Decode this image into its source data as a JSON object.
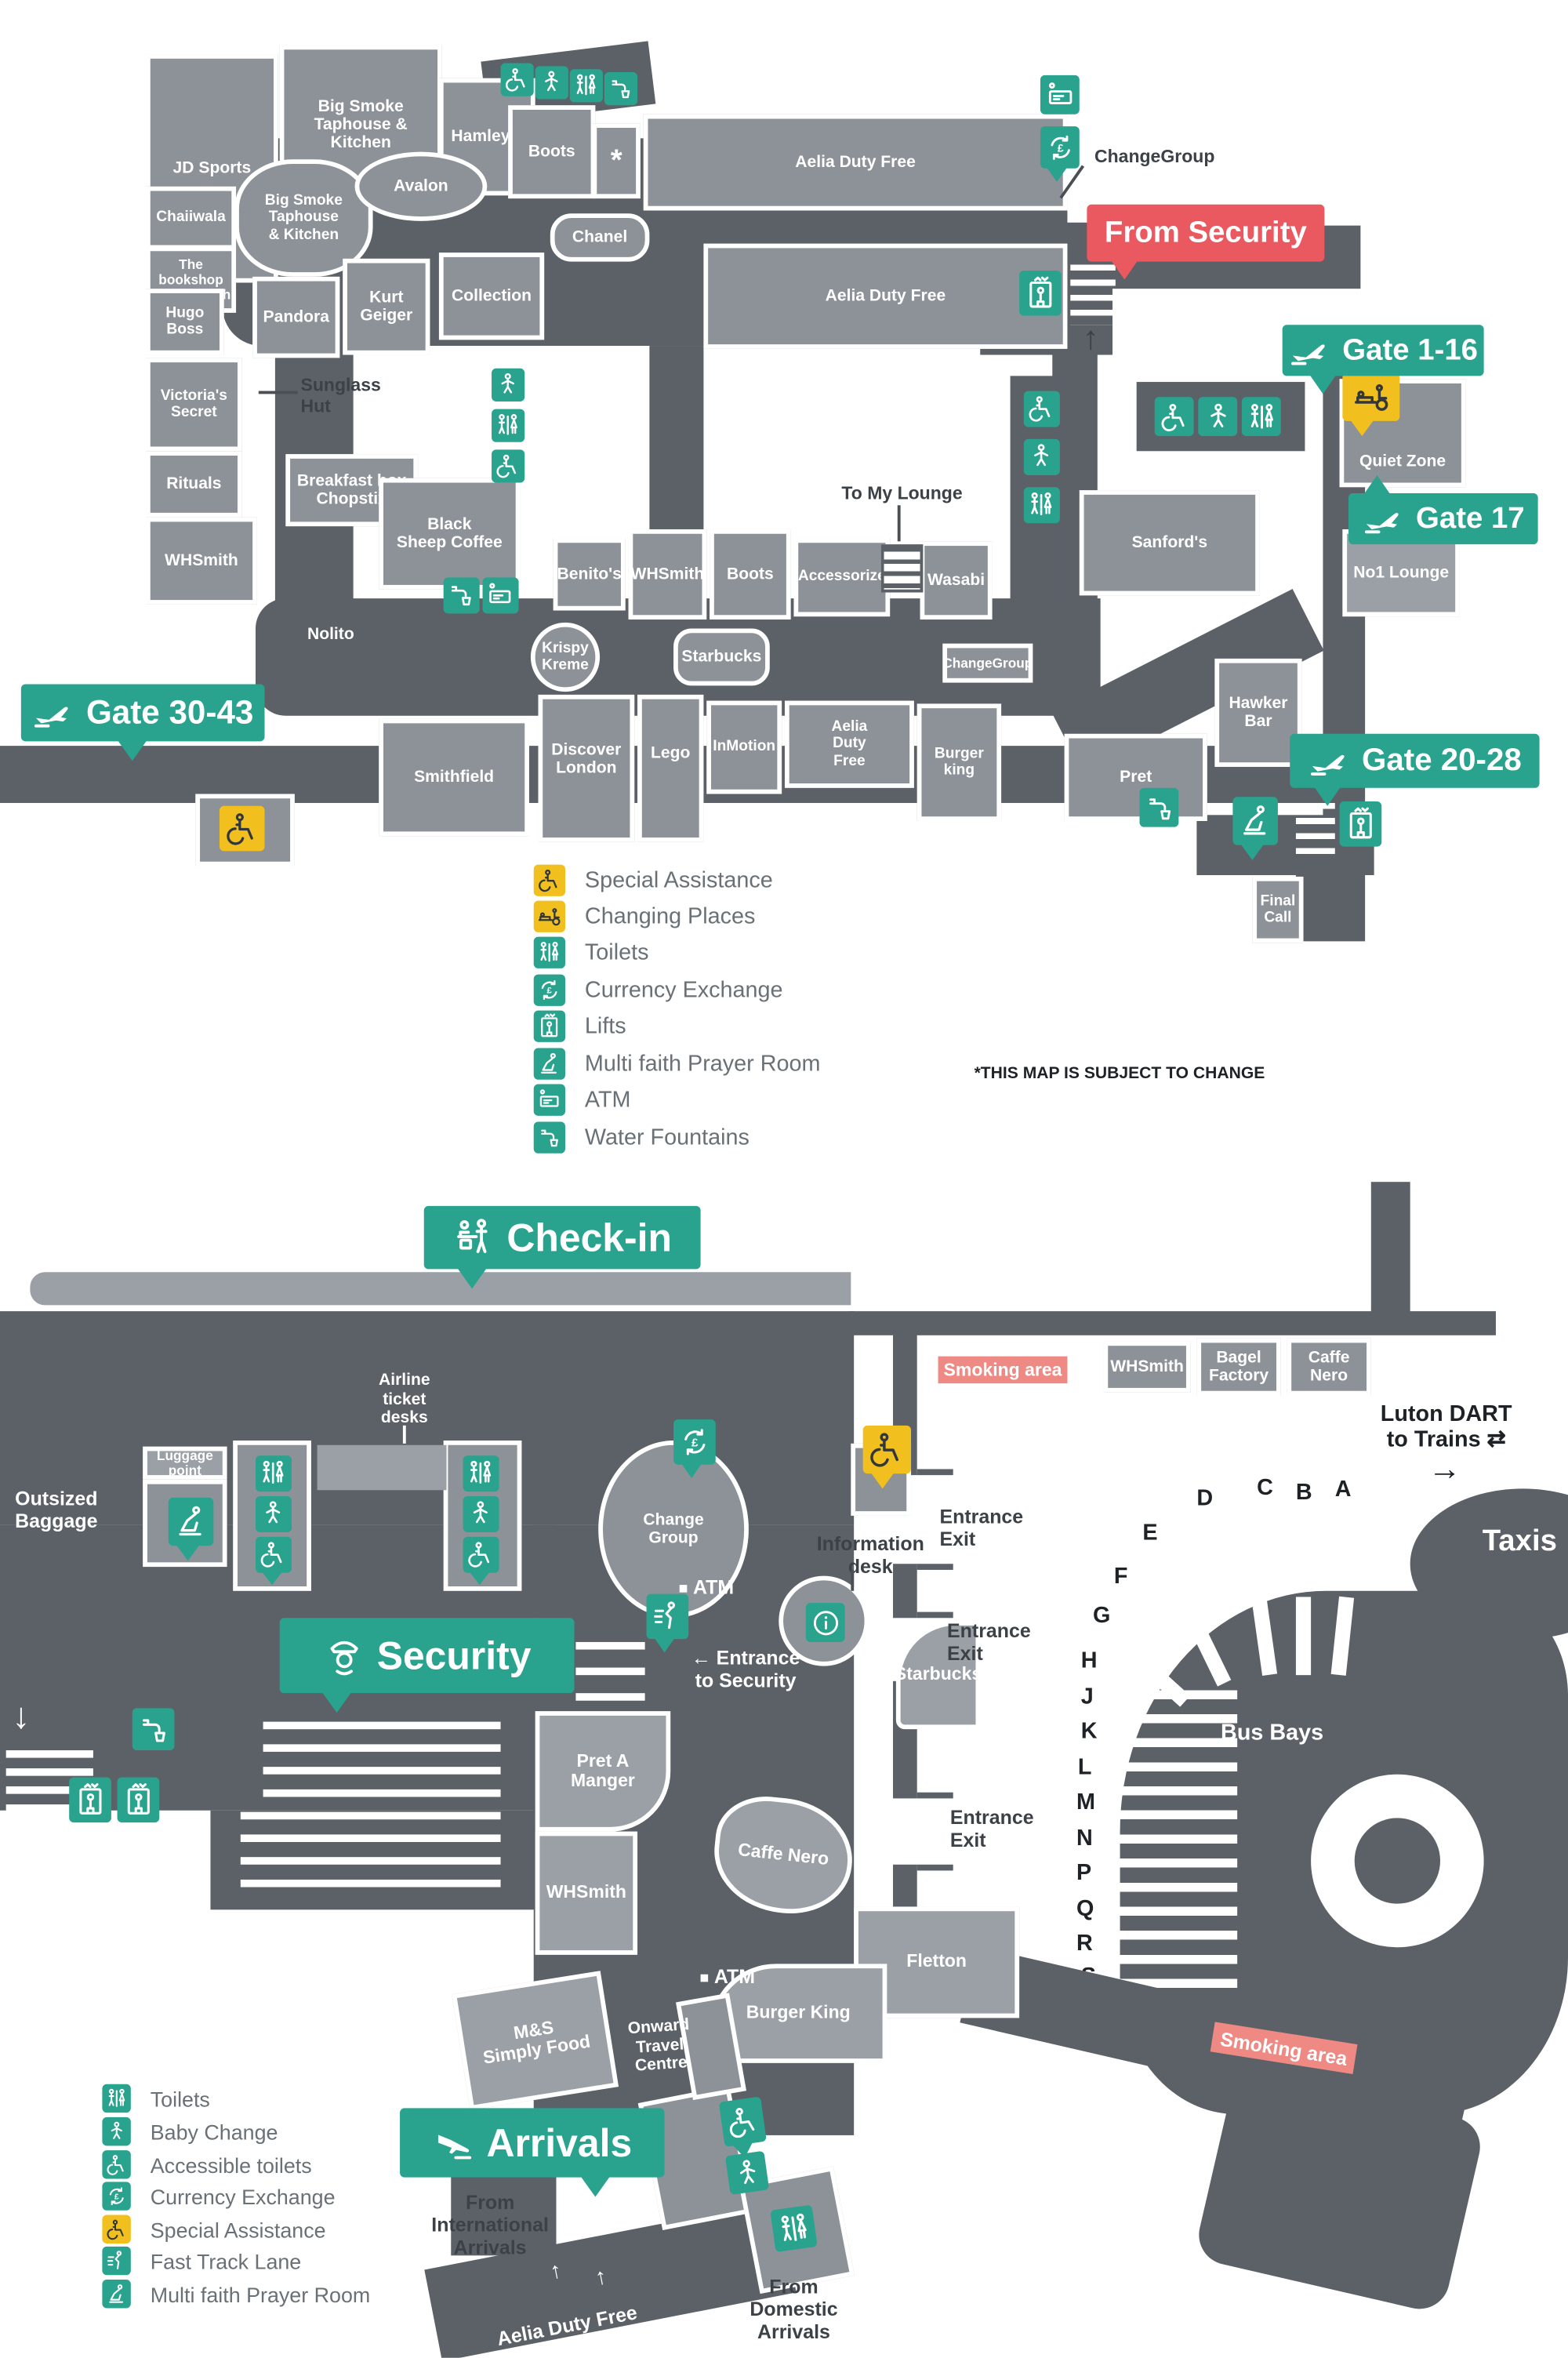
{
  "colors": {
    "teal": "#2aa38e",
    "yellow": "#f2c01e",
    "red": "#ea5860",
    "pink": "#ef8983",
    "walkway": "#5b6167",
    "shop_grey": "#8d9298",
    "shop_light": "#9aa0a6",
    "text_dark": "#3c4147",
    "legend_text": "#697076"
  },
  "note": "*THIS MAP IS SUBJECT TO CHANGE",
  "departures": {
    "callouts": {
      "gate_30_43": "Gate 30-43",
      "gate_1_16": "Gate 1-16",
      "gate_17": "Gate 17",
      "gate_20_28": "Gate 20-28",
      "from_security": "From Security",
      "changegroup": "ChangeGroup"
    },
    "labels": {
      "up_arrow": "↑"
    },
    "shops": {
      "jd_sports": "JD Sports",
      "big_smoke": "Big Smoke\nTaphouse & Kitchen",
      "hamleys": "Hamley's",
      "boots_top": "Boots",
      "star": "*",
      "aelia_1": "Aelia Duty Free",
      "aelia_2": "Aelia Duty Free",
      "chaiiwala": "Chaiiwala",
      "big_smoke_bar": "Big Smoke\nTaphouse\n& Kitchen",
      "avalon": "Avalon",
      "chanel": "Chanel",
      "bookshop": "The bookshop\nby WHSmith",
      "hugo_boss": "Hugo\nBoss",
      "pandora": "Pandora",
      "kurt_geiger": "Kurt\nGeiger",
      "collection": "Collection",
      "victorias": "Victoria's\nSecret",
      "rituals": "Rituals",
      "whsmith_w": "WHSmith",
      "sunglass": "Sunglass\nHut",
      "breakfast": "Breakfast box\nChopstix",
      "black_sheep": "Black\nSheep Coffee",
      "nolito": "Nolito",
      "benitos": "Benito's",
      "whsmith_c": "WHSmith",
      "boots_c": "Boots",
      "accessorize": "Accessorize",
      "to_my_lounge": "To My Lounge",
      "wasabi": "Wasabi",
      "sanfords": "Sanford's",
      "krispy": "Krispy\nKreme",
      "starbucks": "Starbucks",
      "changegroup_kiosk": "ChangeGroup",
      "smithfield": "Smithfield",
      "discover": "Discover\nLondon",
      "lego": "Lego",
      "inmotion": "InMotion",
      "aelia_3": "Aelia\nDuty\nFree",
      "burger_king": "Burger\nking",
      "pret": "Pret",
      "hawker": "Hawker\nBar",
      "final_call": "Final\nCall",
      "no1_lounge": "No1 Lounge",
      "quiet_zone": "Quiet Zone"
    },
    "legend": [
      {
        "icon": "wheelchair",
        "bg": "yellow",
        "label": "Special Assistance"
      },
      {
        "icon": "changingplaces",
        "bg": "yellow",
        "label": "Changing Places"
      },
      {
        "icon": "toilets",
        "bg": "teal",
        "label": "Toilets"
      },
      {
        "icon": "currency",
        "bg": "teal",
        "label": "Currency Exchange"
      },
      {
        "icon": "lift",
        "bg": "teal",
        "label": "Lifts"
      },
      {
        "icon": "prayer",
        "bg": "teal",
        "label": "Multi faith Prayer Room"
      },
      {
        "icon": "atm",
        "bg": "teal",
        "label": "ATM"
      },
      {
        "icon": "fountain",
        "bg": "teal",
        "label": "Water Fountains"
      }
    ]
  },
  "landside": {
    "callouts": {
      "check_in": "Check-in",
      "security": "Security",
      "arrivals": "Arrivals"
    },
    "shops": {
      "whsmith_row": "WHSmith",
      "bagel": "Bagel\nFactory",
      "caffe_row": "Caffe\nNero",
      "starbucks": "Starbucks",
      "pret_a_manger": "Pret A\nManger",
      "whsmith": "WHSmith",
      "caffe_nero": "Caffe Nero",
      "fletton": "Fletton",
      "burger_king": "Burger King",
      "ms_food": "M&S\nSimply Food",
      "luggage_point": "Luggage\npoint"
    },
    "labels": {
      "airline_desks": "Airline\nticket\ndesks",
      "outsized": "Outsized\nBaggage",
      "change_group": "Change\nGroup",
      "atm": "ATM",
      "atm2": "ATM",
      "info_desk": "Information\ndesk",
      "entrance_security": "← Entrance\nto Security",
      "smoking": "Smoking area",
      "smoking2": "Smoking area",
      "dart": "Luton DART\nto Trains ⇄",
      "dart_arrow": "→",
      "taxis": "Taxis",
      "bus_bays": "Bus Bays",
      "entrance_exit": "Entrance\nExit",
      "onward": "Onward\nTravel\nCentre",
      "arrivals_int": "From\nInternational\nArrivals",
      "arrivals_dom": "From\nDomestic\nArrivals",
      "aelia": "Aelia Duty Free",
      "down_arrow": "↓",
      "up_arrow": "↑"
    },
    "bus_bay_letters": [
      "A",
      "B",
      "C",
      "D",
      "E",
      "F",
      "G",
      "H",
      "J",
      "K",
      "L",
      "M",
      "N",
      "P",
      "Q",
      "R",
      "S"
    ],
    "legend": [
      {
        "icon": "toilets",
        "bg": "teal",
        "label": "Toilets"
      },
      {
        "icon": "baby",
        "bg": "teal",
        "label": "Baby Change"
      },
      {
        "icon": "wheelchair",
        "bg": "teal",
        "label": "Accessible toilets"
      },
      {
        "icon": "currency",
        "bg": "teal",
        "label": "Currency Exchange"
      },
      {
        "icon": "wheelchair",
        "bg": "yellow",
        "label": "Special Assistance"
      },
      {
        "icon": "fasttrack",
        "bg": "teal",
        "label": "Fast Track Lane"
      },
      {
        "icon": "prayer",
        "bg": "teal",
        "label": "Multi faith Prayer Room"
      }
    ]
  }
}
